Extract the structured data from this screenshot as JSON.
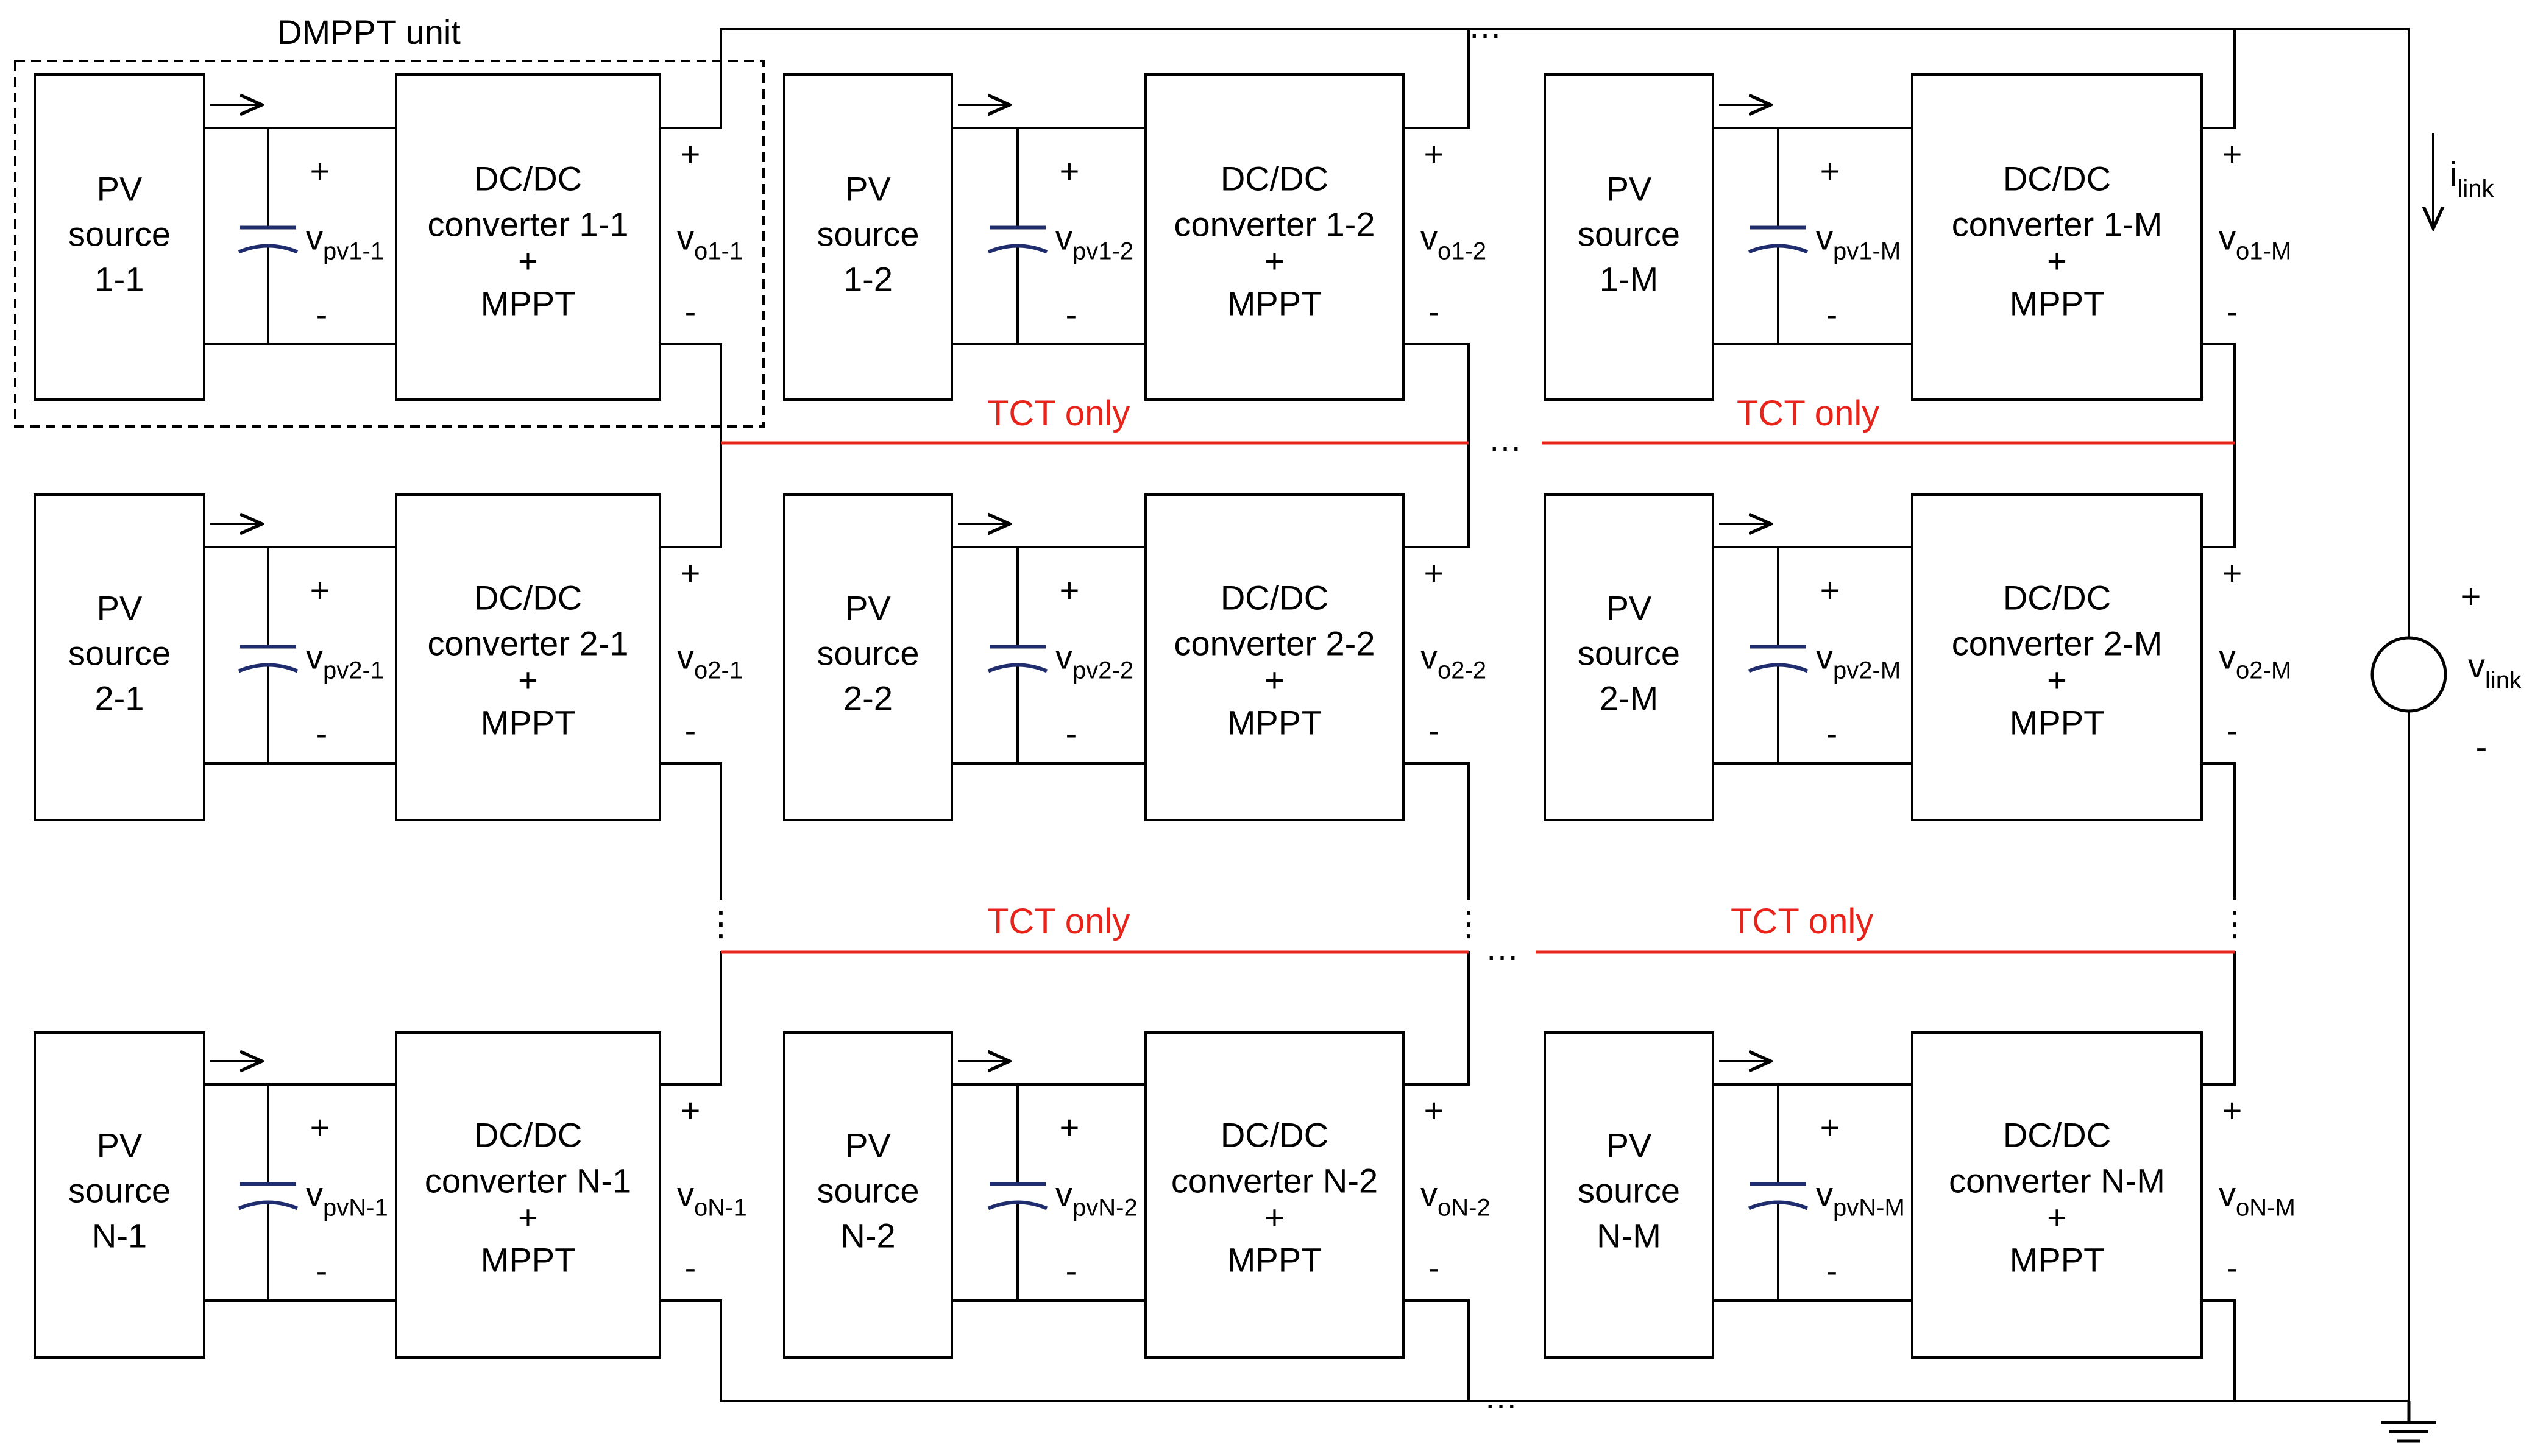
{
  "title": "DMPPT unit",
  "tct_label": "TCT only",
  "ellipsis": "…",
  "vertical_ellipsis": "⋮",
  "plus": "+",
  "minus": "-",
  "v": "v",
  "i": "i",
  "link_sub": "link",
  "pv_line1": "PV",
  "pv_line2": "source",
  "conv_line1": "DC/DC",
  "conv_word": "converter",
  "mppt_label": "MPPT",
  "rows": [
    "1",
    "2",
    "N"
  ],
  "cols": [
    "1",
    "2",
    "M"
  ],
  "colors": {
    "wire": "#000000",
    "tct": "#e8231a",
    "capacitor": "#1f2d6e",
    "dashed_box": "#000000"
  },
  "icons": [
    "capacitor-icon",
    "voltage-source-icon",
    "ground-icon",
    "current-arrow-icon"
  ]
}
